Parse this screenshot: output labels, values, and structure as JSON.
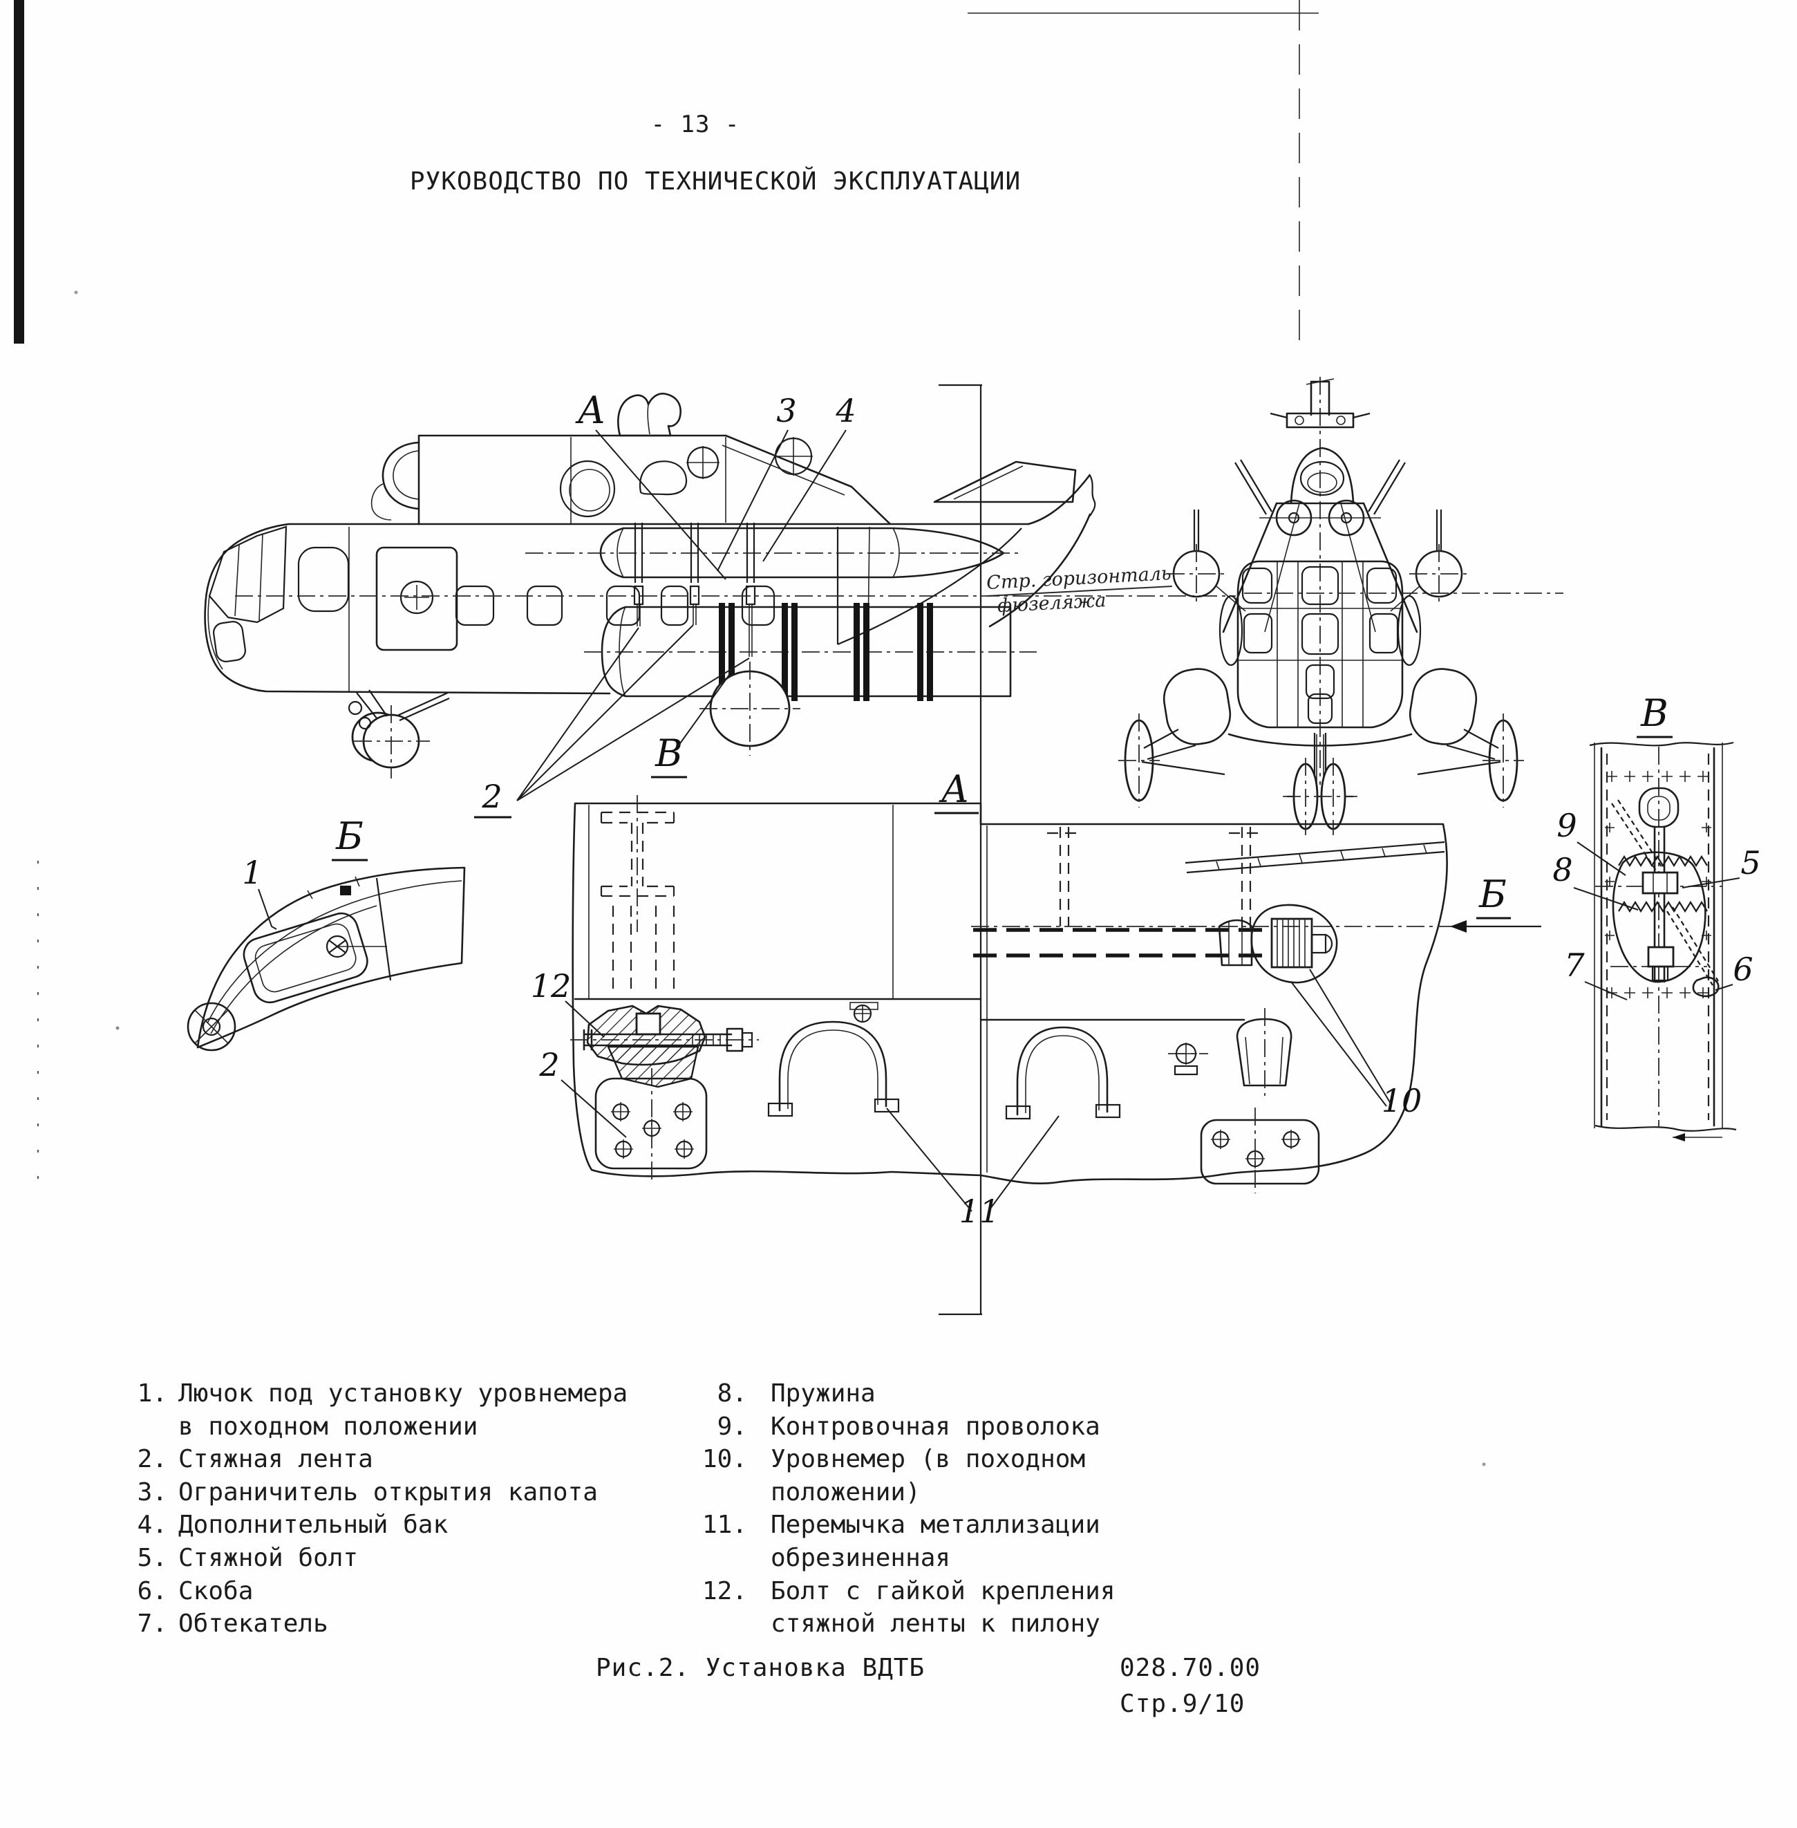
{
  "page": {
    "page_number": "- 13 -",
    "header_title": "РУКОВОДСТВО ПО ТЕХНИЧЕСКОЙ ЭКСПЛУАТАЦИИ"
  },
  "figure": {
    "caption": "Рис.2. Установка ВДТБ",
    "doc_number": "028.70.00",
    "page_ref": "Стр.9/10",
    "annotation_line1": "Стр. горизонталь",
    "annotation_line2": "фюзеляжа",
    "labels": {
      "a_callout": "А",
      "n3": "3",
      "n4": "4",
      "n2_side": "2",
      "v_side": "В",
      "a_view": "А",
      "n12": "12",
      "n2_a": "2",
      "n11": "11",
      "n10": "10",
      "b_arrow": "Б",
      "b_view": "Б",
      "n1": "1",
      "v_view": "В",
      "n9": "9",
      "n8": "8",
      "n5": "5",
      "n7": "7",
      "n6": "6"
    }
  },
  "parts_list": {
    "left": [
      {
        "num": "1.",
        "line1": "Лючок под установку уровнемера",
        "line2": "в походном положении"
      },
      {
        "num": "2.",
        "line1": "Стяжная лента"
      },
      {
        "num": "3.",
        "line1": "Ограничитель открытия капота"
      },
      {
        "num": "4.",
        "line1": "Дополнительный бак"
      },
      {
        "num": "5.",
        "line1": "Стяжной болт"
      },
      {
        "num": "6.",
        "line1": "Скоба"
      },
      {
        "num": "7.",
        "line1": "Обтекатель"
      }
    ],
    "right": [
      {
        "num": "8.",
        "line1": "Пружина"
      },
      {
        "num": "9.",
        "line1": "Контровочная проволока"
      },
      {
        "num": "10.",
        "line1": "Уровнемер (в походном",
        "line2": "положении)"
      },
      {
        "num": "11.",
        "line1": "Перемычка металлизации",
        "line2": "обрезиненная"
      },
      {
        "num": "12.",
        "line1": "Болт с гайкой крепления",
        "line2": "стяжной ленты к пилону"
      }
    ]
  }
}
